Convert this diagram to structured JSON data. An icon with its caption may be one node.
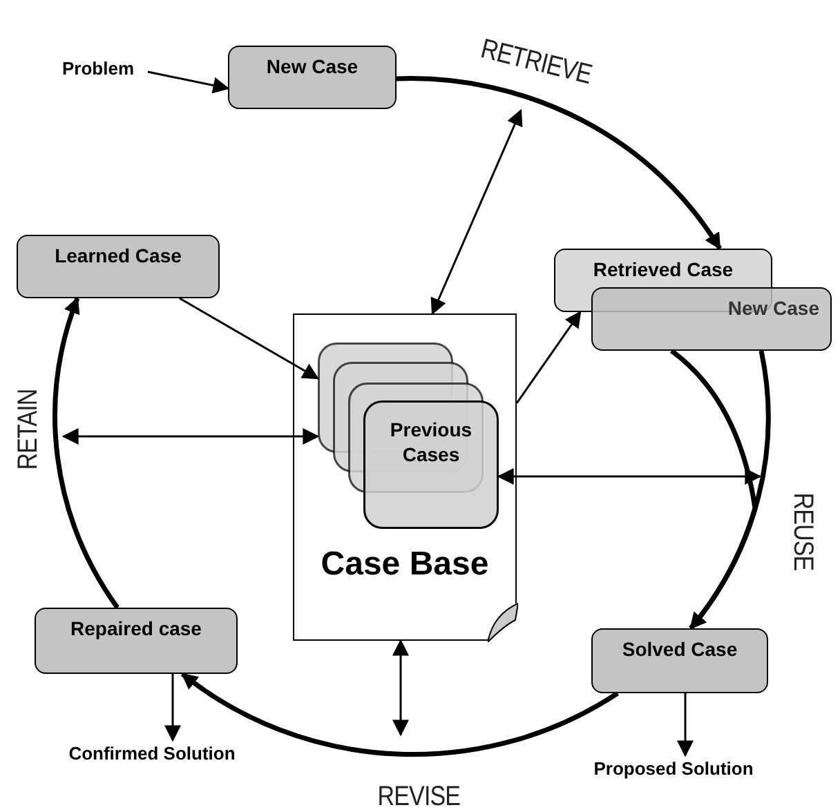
{
  "diagram": {
    "nodes": [
      {
        "text": [
          "Problem"
        ]
      },
      {
        "text": [
          "New Case"
        ]
      },
      {
        "text": [
          "Learned Case"
        ]
      },
      {
        "text": [
          "Retrieved Case"
        ]
      },
      {
        "text": [
          "New Case"
        ]
      },
      {
        "text": [
          "Case Base"
        ]
      },
      {
        "text": [
          "Previous Cases"
        ],
        "in": 5
      },
      {
        "text": [
          "Repaired case"
        ]
      },
      {
        "text": [
          "Solved Case"
        ]
      },
      {
        "text": [
          "Confirmed Solution"
        ]
      },
      {
        "text": [
          "Proposed Solution"
        ]
      }
    ],
    "edges": [
      {
        "from": 0,
        "to": 1,
        "arrow": "to"
      },
      {
        "from": 1,
        "to": 3,
        "arrow": "to",
        "style": "thick"
      },
      {
        "from": null,
        "to": 5,
        "arrow": "both"
      },
      {
        "from": 2,
        "to": 6,
        "arrow": "to"
      },
      {
        "from": 5,
        "to": 3,
        "arrow": "to"
      },
      {
        "from": 4,
        "to": 8,
        "arrow": "to",
        "style": "thick"
      },
      {
        "from": 6,
        "to": null,
        "arrow": "both"
      },
      {
        "from": 8,
        "to": 7,
        "arrow": "to",
        "style": "thick"
      },
      {
        "from": 5,
        "to": null,
        "arrow": "both"
      },
      {
        "from": 8,
        "to": 10,
        "arrow": "to"
      },
      {
        "from": 7,
        "to": 9,
        "arrow": "to"
      },
      {
        "from": 7,
        "to": 2,
        "arrow": "to",
        "style": "thick"
      },
      {
        "from": null,
        "to": 6,
        "arrow": "both"
      },
      {
        "from": 4,
        "to": 8,
        "arrow": "to",
        "style": "thick"
      }
    ],
    "labels": [
      "RETRIEVE",
      "REUSE",
      "REVISE",
      "RETAIN"
    ]
  }
}
